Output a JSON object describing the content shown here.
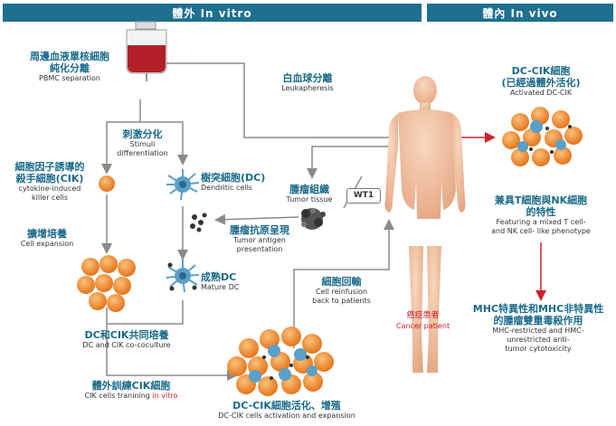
{
  "headers": {
    "in_vitro": "體外 In vitro",
    "in_vivo": "體內 In vivo"
  },
  "labels": {
    "pbmc": {
      "zh": "周邊血液單核細胞\n純化分離",
      "en": "PBMC separation"
    },
    "leukapheresis": {
      "zh": "白血球分離",
      "en": "Leukapheresis"
    },
    "stimuli": {
      "zh": "刺激分化",
      "en": "Stimuli\ndifferentiation"
    },
    "cik": {
      "zh": "細胞因子誘導的\n殺手細胞(CIK)",
      "en": "cytokine-induced\nkiller cells"
    },
    "dc": {
      "zh": "樹突細胞(DC)",
      "en": "Dendritic cells"
    },
    "tumor_tissue": {
      "zh": "腫瘤組織",
      "en": "Tumor tissue"
    },
    "wt1": "WT1",
    "expansion": {
      "zh": "擴增培養",
      "en": "Cell expansion"
    },
    "antigen": {
      "zh": "腫瘤抗原呈現",
      "en": "Tumor antigen\npresentation"
    },
    "mature_dc": {
      "zh": "成熟DC",
      "en": "Mature DC"
    },
    "reinfusion": {
      "zh": "細胞回輸",
      "en": "Cell reinfusion\nback to patients"
    },
    "coculture": {
      "zh": "DC和CIK共同培養",
      "en": "DC and CIK co-coculture"
    },
    "training": {
      "zh": "體外訓練CIK細胞",
      "en_main": "CIK cells tranining ",
      "en_red": "in vitro"
    },
    "activation": {
      "zh": "DC-CIK細胞活化、增殖",
      "en": "DC-CIK cells activation and expansion"
    },
    "cancer_patient": {
      "zh": "癌症患者",
      "en": "Cancer patient"
    },
    "activated": {
      "zh": "DC-CIK細胞\n(已經過體外活化)",
      "en": "Activated DC-CIK"
    },
    "phenotype": {
      "zh": "兼具T細胞與NK細胞\n的特性",
      "en": "Featuring a mixed T cell-\nand NK cell- like phenotype"
    },
    "mhc": {
      "zh": "MHC特異性和MHC非特異性\n的腫瘤雙重毒殺作用",
      "en": "MHC-restricted and HMC-\nunrestricted anti-\ntumor cytotoxicity"
    }
  },
  "colors": {
    "header_bg": "#1f6f8f",
    "label_title": "#1a6a8a",
    "arrow": "#8a8a8a",
    "red_arrow": "#d0202c",
    "cik_cell": "#f0922e",
    "dc_cell": "#5aa0c8",
    "blood_bag": "#b3202a",
    "patient_skin": "#f2c3a2"
  },
  "icons": [
    "blood-bag-icon",
    "cik-cell-icon",
    "dendritic-cell-icon",
    "tumor-tissue-icon",
    "antigen-dots-icon",
    "human-figure-icon",
    "cell-cluster-icon"
  ]
}
